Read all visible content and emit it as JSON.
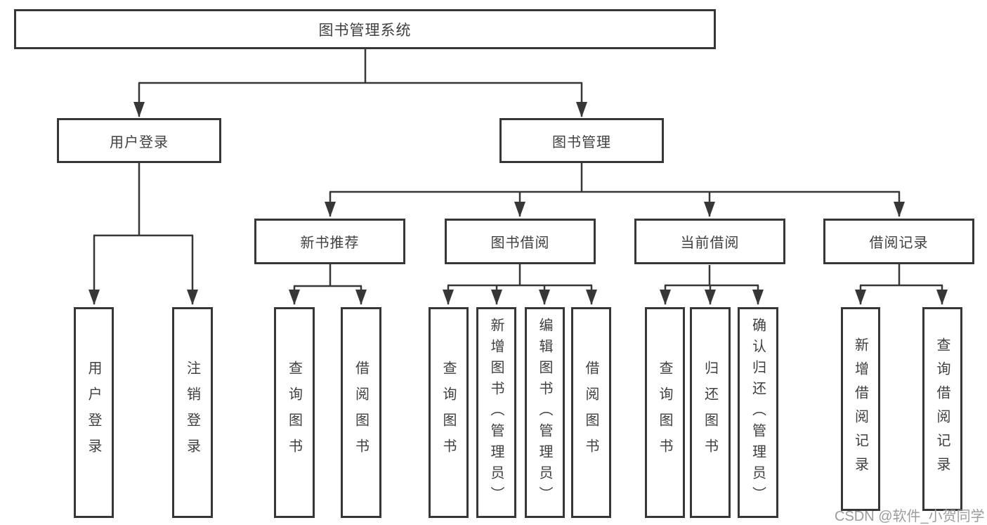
{
  "nodes": {
    "root": "图书管理系统",
    "level2": [
      "用户登录",
      "图书管理"
    ],
    "level3": [
      "新书推荐",
      "图书借阅",
      "当前借阅",
      "借阅记录"
    ],
    "leaves": [
      "用户登录",
      "注销登录",
      "查询图书",
      "借阅图书",
      "查询图书",
      "新增图书（管理员）",
      "编辑图书（管理员）",
      "借阅图书",
      "查询图书",
      "归还图书",
      "确认归还（管理员）",
      "新增借阅记录",
      "查询借阅记录"
    ]
  },
  "watermark": "CSDN @软件_小贺同学",
  "colors": {
    "line": "#373737",
    "text": "#3f3f3f",
    "watermark": "#9c9c9c",
    "background": "#ffffff"
  }
}
